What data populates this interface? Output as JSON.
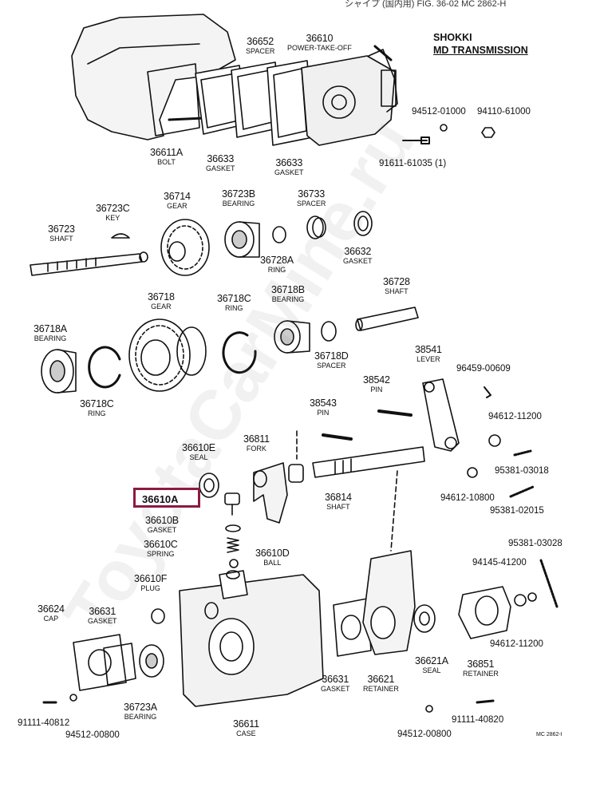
{
  "header_text": "シャイプ (国内用) FIG. 36-02  MC 2862-H",
  "title": {
    "line1": "SHOKKI",
    "line2": "MD TRANSMISSION"
  },
  "figure_code": "MC 2862-I",
  "watermark": "ToyotaCarMine.ru",
  "highlight": {
    "number": "36610A",
    "color": "#8b1a44"
  },
  "labels": {
    "l36652": {
      "num": "36652",
      "name": "SPACER"
    },
    "l36610": {
      "num": "36610",
      "name": "POWER-TAKE-OFF"
    },
    "l36611A": {
      "num": "36611A",
      "name": "BOLT"
    },
    "l36633a": {
      "num": "36633",
      "name": "GASKET"
    },
    "l36633b": {
      "num": "36633",
      "name": "GASKET"
    },
    "l36723C": {
      "num": "36723C",
      "name": "KEY"
    },
    "l36714": {
      "num": "36714",
      "name": "GEAR"
    },
    "l36723B": {
      "num": "36723B",
      "name": "BEARING"
    },
    "l36733": {
      "num": "36733",
      "name": "SPACER"
    },
    "l36723": {
      "num": "36723",
      "name": "SHAFT"
    },
    "l36728A": {
      "num": "36728A",
      "name": "RING"
    },
    "l36632": {
      "num": "36632",
      "name": "GASKET"
    },
    "l36718": {
      "num": "36718",
      "name": "GEAR"
    },
    "l36718C1": {
      "num": "36718C",
      "name": "RING"
    },
    "l36718B": {
      "num": "36718B",
      "name": "BEARING"
    },
    "l36728": {
      "num": "36728",
      "name": "SHAFT"
    },
    "l36718A": {
      "num": "36718A",
      "name": "BEARING"
    },
    "l36718D": {
      "num": "36718D",
      "name": "SPACER"
    },
    "l36718C2": {
      "num": "36718C",
      "name": "RING"
    },
    "l38541": {
      "num": "38541",
      "name": "LEVER"
    },
    "l38542": {
      "num": "38542",
      "name": "PIN"
    },
    "l38543": {
      "num": "38543",
      "name": "PIN"
    },
    "l36610E": {
      "num": "36610E",
      "name": "SEAL"
    },
    "l36811": {
      "num": "36811",
      "name": "FORK"
    },
    "l36814": {
      "num": "36814",
      "name": "SHAFT"
    },
    "l36610B": {
      "num": "36610B",
      "name": "GASKET"
    },
    "l36610C": {
      "num": "36610C",
      "name": "SPRING"
    },
    "l36610D": {
      "num": "36610D",
      "name": "BALL"
    },
    "l36610F": {
      "num": "36610F",
      "name": "PLUG"
    },
    "l36624": {
      "num": "36624",
      "name": "CAP"
    },
    "l36631a": {
      "num": "36631",
      "name": "GASKET"
    },
    "l36723A": {
      "num": "36723A",
      "name": "BEARING"
    },
    "l36611": {
      "num": "36611",
      "name": "CASE"
    },
    "l36631b": {
      "num": "36631",
      "name": "GASKET"
    },
    "l36621": {
      "num": "36621",
      "name": "RETAINER"
    },
    "l36621A": {
      "num": "36621A",
      "name": "SEAL"
    },
    "l36851": {
      "num": "36851",
      "name": "RETAINER"
    }
  },
  "part_numbers": {
    "p94512_01000": "94512-01000",
    "p94110_61000": "94110-61000",
    "p91611": "91611-61035 (1)",
    "p96459": "96459-00609",
    "p94612_11200a": "94612-11200",
    "p95381_03018": "95381-03018",
    "p94612_10800": "94612-10800",
    "p95381_02015": "95381-02015",
    "p95381_03028": "95381-03028",
    "p94145": "94145-41200",
    "p94612_11200b": "94612-11200",
    "p91111_40812": "91111-40812",
    "p94512_00800a": "94512-00800",
    "p94512_00800b": "94512-00800",
    "p91111_40820": "91111-40820"
  }
}
